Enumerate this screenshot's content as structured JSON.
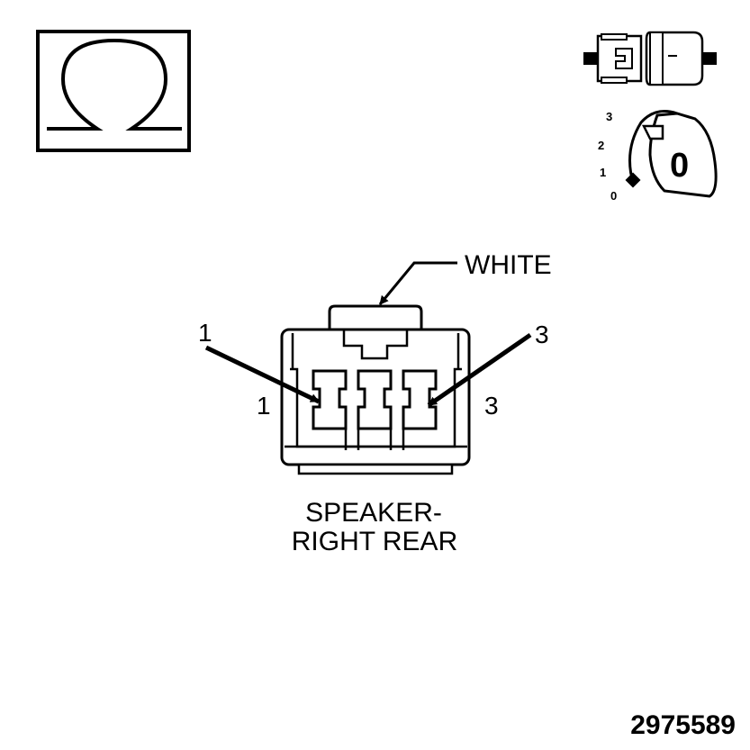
{
  "symbols": {
    "resistance_symbol": "Ω",
    "ignition_positions": [
      "3",
      "2",
      "1",
      "0"
    ],
    "ignition_key_digit": "0"
  },
  "connector": {
    "color_label": "WHITE",
    "pin_callout_left": "1",
    "pin_callout_right": "3",
    "pin_face_left": "1",
    "pin_face_right": "3",
    "name_line1": "SPEAKER-",
    "name_line2": "RIGHT REAR"
  },
  "figure_number": "2975589"
}
